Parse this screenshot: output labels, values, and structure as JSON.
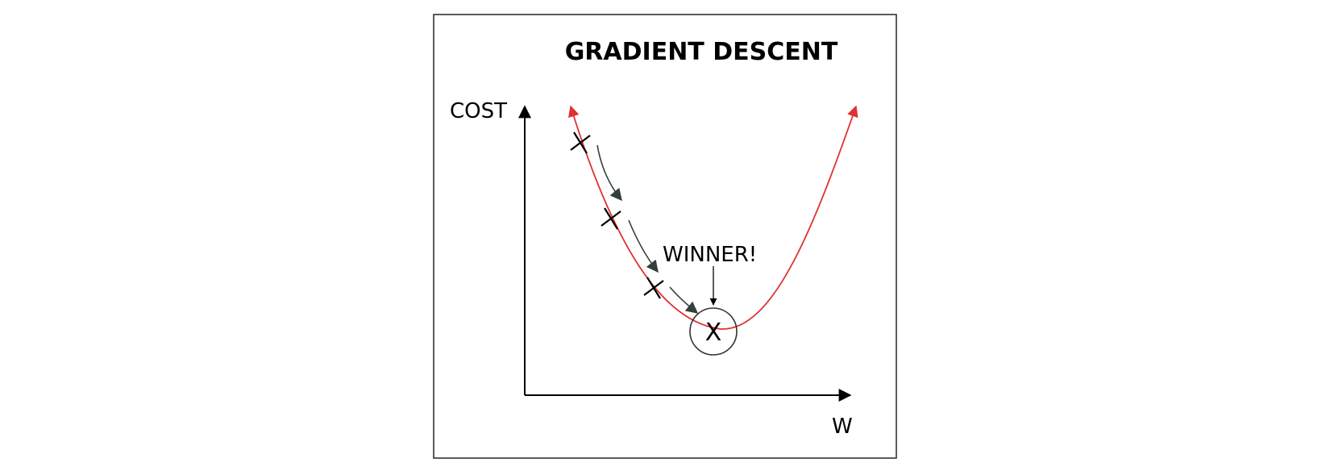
{
  "diagram": {
    "title": "GRADIENT DESCENT",
    "y_axis_label": "COST",
    "x_axis_label": "W",
    "annotation": "WINNER!",
    "minimum_marker": "X",
    "colors": {
      "curve": "#e03030",
      "step_arrows": "#33403a",
      "axes": "#000000",
      "frame": "#333333",
      "circle": "#333333",
      "markers": "#000000"
    }
  }
}
